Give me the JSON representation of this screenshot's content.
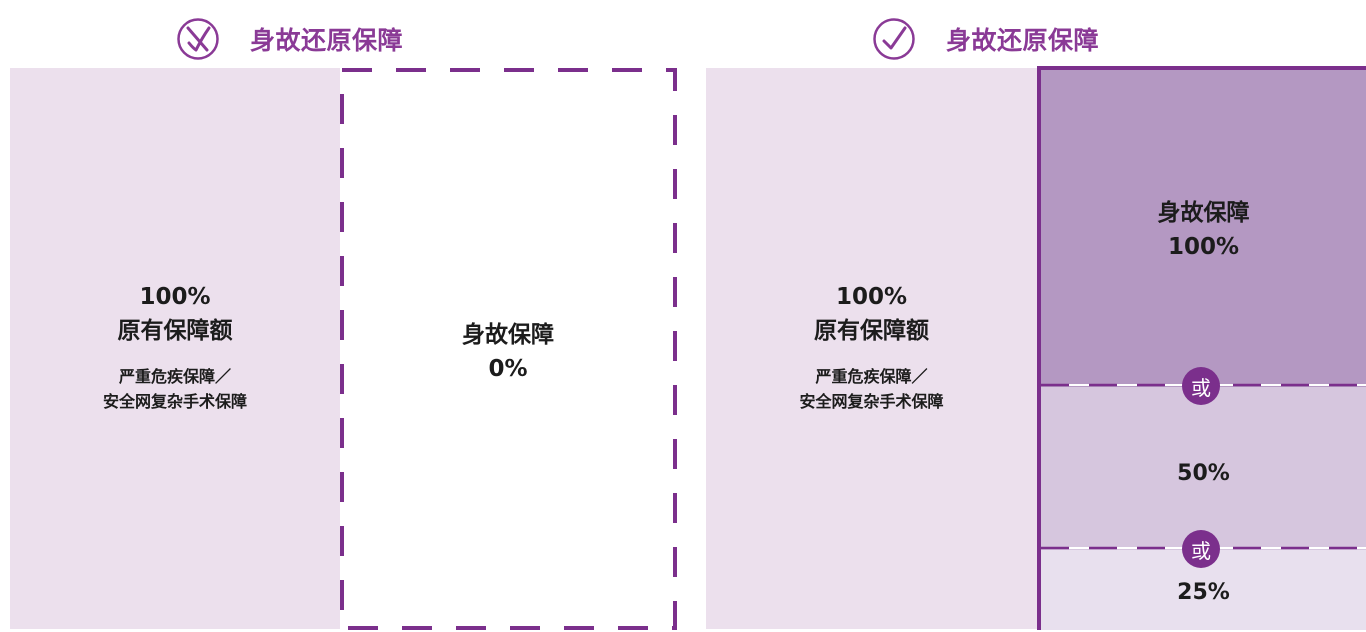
{
  "left_panel": {
    "title": "身故还原保障",
    "icon": "cross-circle-icon",
    "base_block": {
      "percent": "100%",
      "label": "原有保障额",
      "sub_line1": "严重危疾保障／",
      "sub_line2": "安全网复杂手术保障"
    },
    "death_block": {
      "label": "身故保障",
      "percent": "0%"
    }
  },
  "right_panel": {
    "title": "身故还原保障",
    "icon": "check-circle-icon",
    "base_block": {
      "percent": "100%",
      "label": "原有保障额",
      "sub_line1": "严重危疾保障／",
      "sub_line2": "安全网复杂手术保障"
    },
    "death_block": {
      "label": "身故保障",
      "percent_100": "100%",
      "or_1": "或",
      "percent_50": "50%",
      "or_2": "或",
      "percent_25": "25%"
    }
  },
  "colors": {
    "accent": "#8a3a96",
    "light_lilac": "#ece0ed",
    "mid_lilac": "#b498c2",
    "soft_lilac": "#d6c6de",
    "pale_lilac": "#e8e0ee",
    "border_purple": "#7b2f8c"
  }
}
